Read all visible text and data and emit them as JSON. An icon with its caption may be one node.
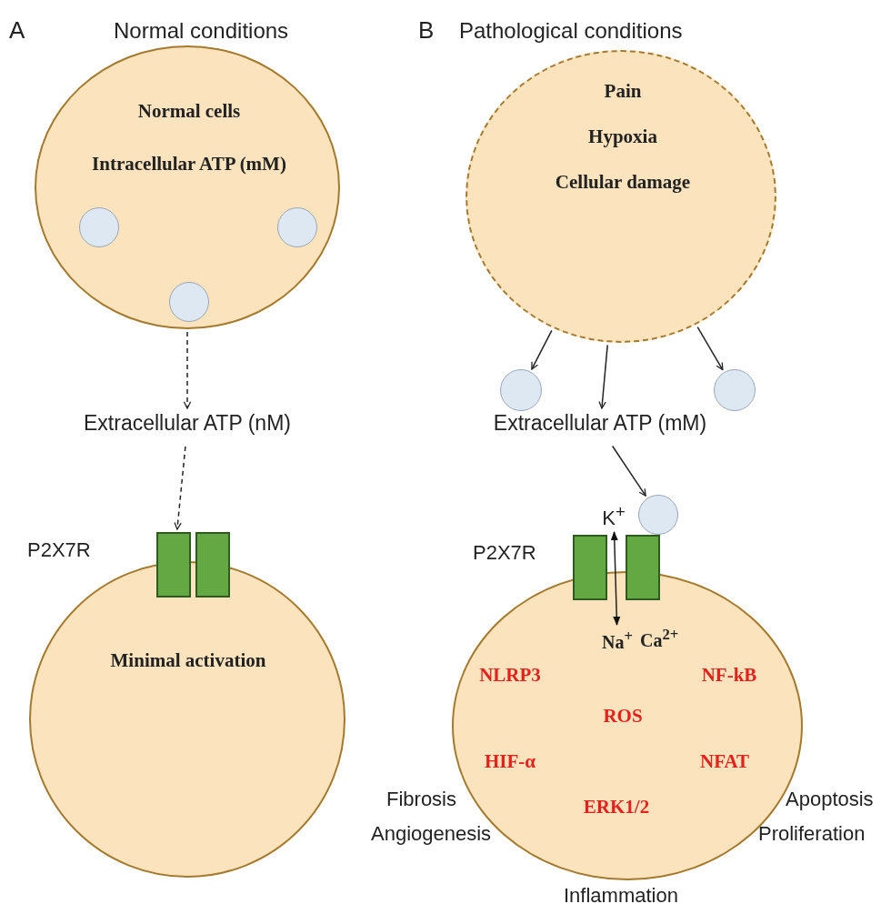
{
  "diagram": {
    "nodes": [
      {
        "text": [
          "Normal cells",
          "Intracellular ATP (mM)"
        ]
      },
      {
        "text": [],
        "shape": "circle",
        "in": 0
      },
      {
        "text": [],
        "shape": "circle",
        "in": 0
      },
      {
        "text": [],
        "shape": "circle",
        "in": 0
      },
      {
        "text": [
          "Extracellular ATP (nM)"
        ]
      },
      {
        "text": [],
        "shape": "bar"
      },
      {
        "text": [],
        "shape": "bar"
      },
      {
        "text": [
          "Minimal activation"
        ]
      },
      {
        "text": [
          "Pain",
          "Hypoxia",
          "Cellular damage"
        ]
      },
      {
        "text": [],
        "shape": "circle"
      },
      {
        "text": [],
        "shape": "circle"
      },
      {
        "text": [
          "Extracellular ATP (mM)"
        ]
      },
      {
        "text": [],
        "shape": "circle"
      },
      {
        "text": [],
        "shape": "bar"
      },
      {
        "text": [],
        "shape": "bar"
      },
      {
        "text": [
          "NLRP3",
          "NF-kB",
          "ROS",
          "HIF-α",
          "NFAT",
          "ERK1/2"
        ]
      },
      {
        "text": [
          "K$^{+}$"
        ]
      },
      {
        "text": [
          "Na$^{+}$"
        ],
        "in": 15
      }
    ],
    "edges": [
      {
        "from": 0,
        "to": 4,
        "arrow": "to",
        "style": "dashed"
      },
      {
        "from": 4,
        "to": 5,
        "arrow": "to",
        "style": "dashed"
      },
      {
        "from": 8,
        "to": 9,
        "arrow": "to"
      },
      {
        "from": 8,
        "to": 11,
        "arrow": "to"
      },
      {
        "from": 8,
        "to": 10,
        "arrow": "to"
      },
      {
        "from": 11,
        "to": 12,
        "arrow": "to"
      },
      {
        "from": 16,
        "to": 17,
        "arrow": "both"
      }
    ],
    "labels": [
      "A",
      "Normal conditions",
      "B",
      "Pathological conditions",
      "P2X7R",
      "P2X7R",
      "Ca$^{2+}$",
      "Fibrosis",
      "Apoptosis",
      "Angiogenesis",
      "Proliferation",
      "Inflammation"
    ]
  }
}
